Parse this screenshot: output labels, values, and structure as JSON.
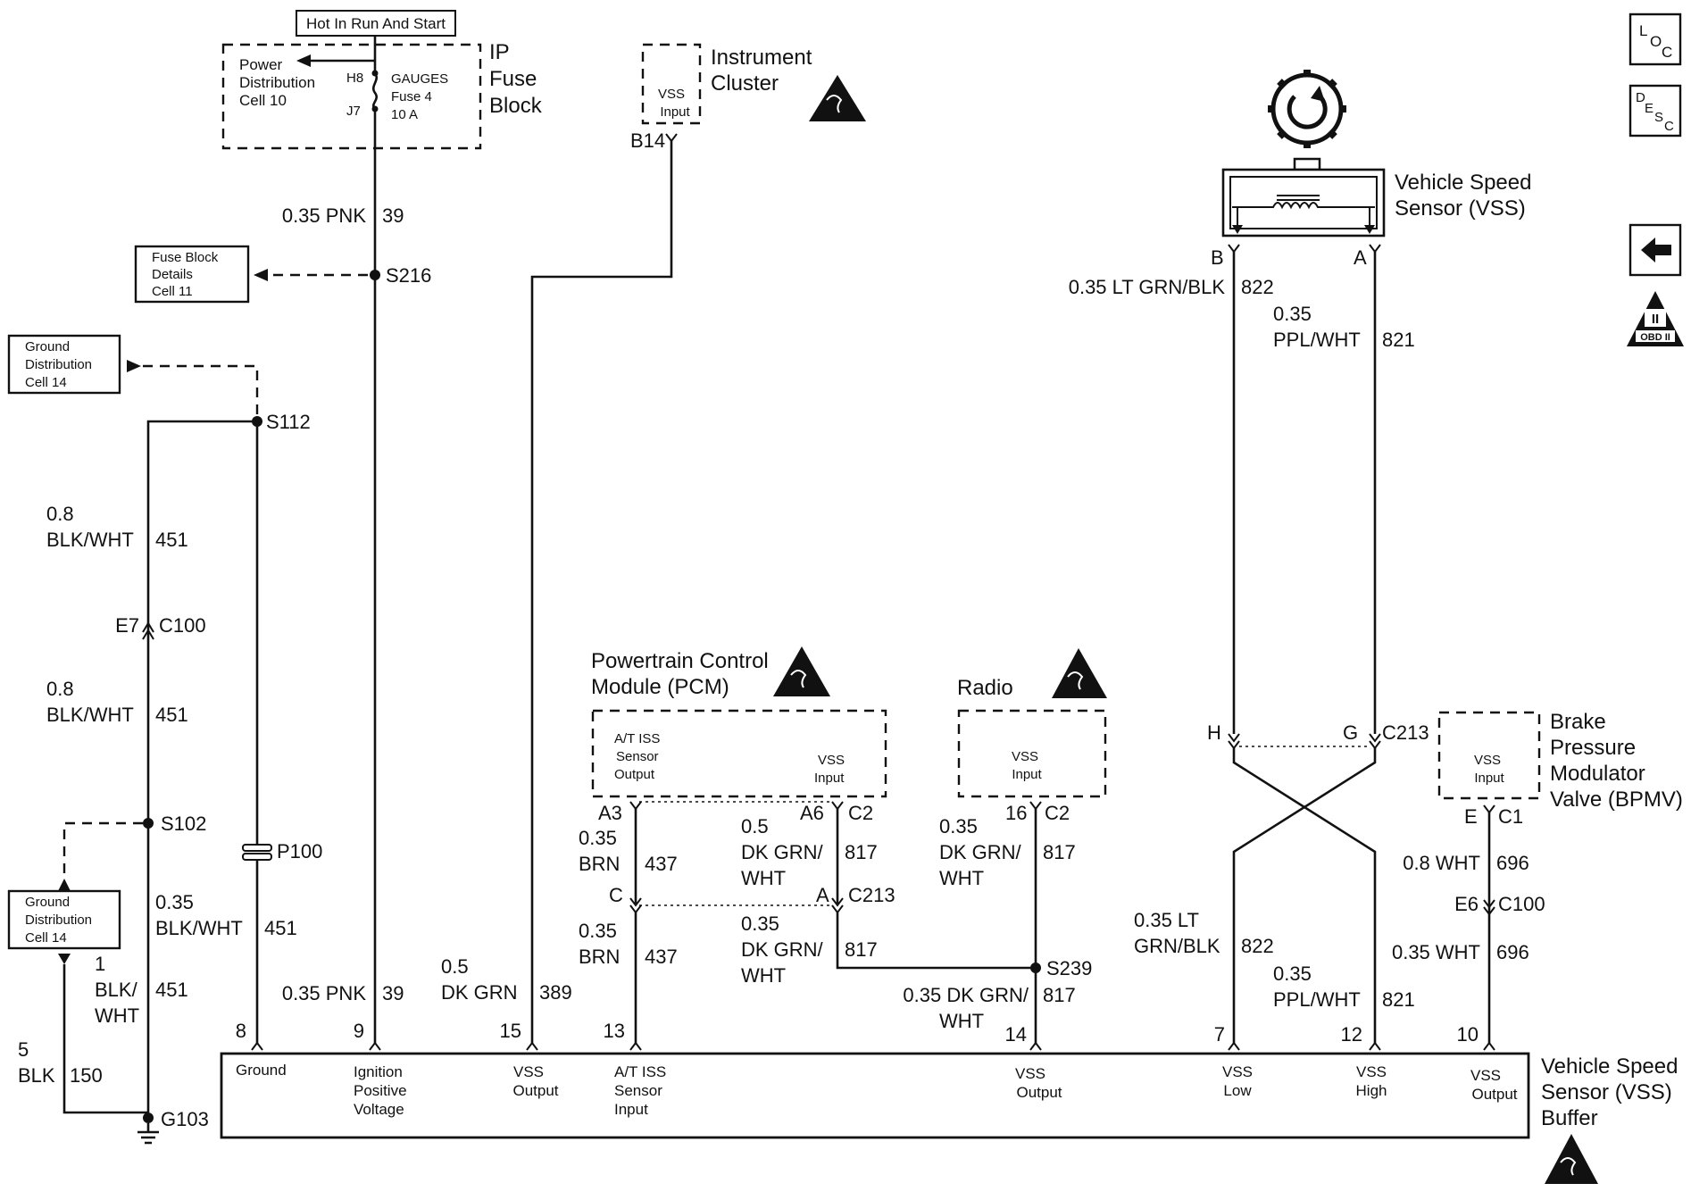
{
  "fuse_block": {
    "hot_label": "Hot In Run And Start",
    "power_dist": [
      "Power",
      "Distribution",
      "Cell 10"
    ],
    "pin_h8": "H8",
    "pin_j7": "J7",
    "fuse": [
      "GAUGES",
      "Fuse 4",
      "10 A"
    ],
    "title": [
      "IP",
      "Fuse",
      "Block"
    ]
  },
  "instrument_cluster": {
    "input": [
      "VSS",
      "Input"
    ],
    "title": [
      "Instrument",
      "Cluster"
    ],
    "pin": "B14"
  },
  "vss_sensor": {
    "title": [
      "Vehicle Speed",
      "Sensor (VSS)"
    ],
    "pin_b": "B",
    "pin_a": "A"
  },
  "nav_buttons": {
    "loc": [
      "L",
      "O",
      "C"
    ],
    "desc": [
      "D",
      "E",
      "S",
      "C"
    ],
    "obd": "OBD II",
    "obd_roman": "II"
  },
  "wires": {
    "pnk_top": [
      "0.35 PNK",
      "39"
    ],
    "s216": "S216",
    "fuse_details": [
      "Fuse Block",
      "Details",
      "Cell 11"
    ],
    "ground_dist_top": [
      "Ground",
      "Distribution",
      "Cell 14"
    ],
    "s112": "S112",
    "w451_a": [
      "0.8",
      "BLK/WHT",
      "451"
    ],
    "c100_left": [
      "E7",
      "C100"
    ],
    "w451_b": [
      "0.8",
      "BLK/WHT",
      "451"
    ],
    "s102": "S102",
    "p100": "P100",
    "ground_dist_bottom": [
      "Ground",
      "Distribution",
      "Cell 14"
    ],
    "w451_c": [
      "0.35",
      "BLK/WHT",
      "451"
    ],
    "w451_d": [
      "1",
      "BLK/",
      "WHT",
      "451"
    ],
    "w150": [
      "5",
      "BLK",
      "150"
    ],
    "g103": "G103",
    "pnk_bottom": [
      "0.35 PNK",
      "39"
    ],
    "w389": [
      "0.5",
      "DK GRN",
      "389"
    ],
    "w822_top": [
      "0.35 LT GRN/BLK",
      "822"
    ],
    "w821_top": [
      "0.35",
      "PPL/WHT",
      "821"
    ]
  },
  "pcm": {
    "title": [
      "Powertrain Control",
      "Module (PCM)"
    ],
    "at_iss": [
      "A/T ISS",
      "Sensor",
      "Output"
    ],
    "vss_in": [
      "VSS",
      "Input"
    ],
    "pin_a3": "A3",
    "pin_a6": "A6",
    "conn_c2": "C2",
    "w437_a": [
      "0.35",
      "BRN",
      "437"
    ],
    "w817_a": [
      "0.5",
      "DK GRN/",
      "WHT",
      "817"
    ],
    "pin_c": "C",
    "pin_a": "A",
    "c213": "C213",
    "w437_b": [
      "0.35",
      "BRN",
      "437"
    ],
    "w817_b": [
      "0.35",
      "DK GRN/",
      "WHT",
      "817"
    ]
  },
  "radio": {
    "title": "Radio",
    "vss_in": [
      "VSS",
      "Input"
    ],
    "pin_16": "16",
    "conn_c2": "C2",
    "w817": [
      "0.35",
      "DK GRN/",
      "WHT",
      "817"
    ],
    "s239": "S239",
    "w817_low": [
      "0.35 DK GRN/",
      "WHT",
      "817"
    ]
  },
  "crossover": {
    "pin_h": "H",
    "pin_g": "G",
    "c213": "C213",
    "w822": [
      "0.35 LT",
      "GRN/BLK",
      "822"
    ],
    "w821": [
      "0.35",
      "PPL/WHT",
      "821"
    ]
  },
  "bpmv": {
    "title": [
      "Brake",
      "Pressure",
      "Modulator",
      "Valve (BPMV)"
    ],
    "vss_in": [
      "VSS",
      "Input"
    ],
    "pin_e": "E",
    "conn_c1": "C1",
    "w696_a": [
      "0.8 WHT",
      "696"
    ],
    "c100": [
      "E6",
      "C100"
    ],
    "w696_b": [
      "0.35 WHT",
      "696"
    ]
  },
  "buffer": {
    "title": [
      "Vehicle Speed",
      "Sensor (VSS)",
      "Buffer"
    ],
    "pins": [
      "8",
      "9",
      "15",
      "13",
      "14",
      "7",
      "12",
      "10"
    ],
    "labels": {
      "ground": [
        "Ground"
      ],
      "ign": [
        "Ignition",
        "Positive",
        "Voltage"
      ],
      "vss_out1": [
        "VSS",
        "Output"
      ],
      "at_iss": [
        "A/T ISS",
        "Sensor",
        "Input"
      ],
      "vss_out2": [
        "VSS",
        "Output"
      ],
      "vss_low": [
        "VSS",
        "Low"
      ],
      "vss_high": [
        "VSS",
        "High"
      ],
      "vss_out3": [
        "VSS",
        "Output"
      ]
    }
  }
}
